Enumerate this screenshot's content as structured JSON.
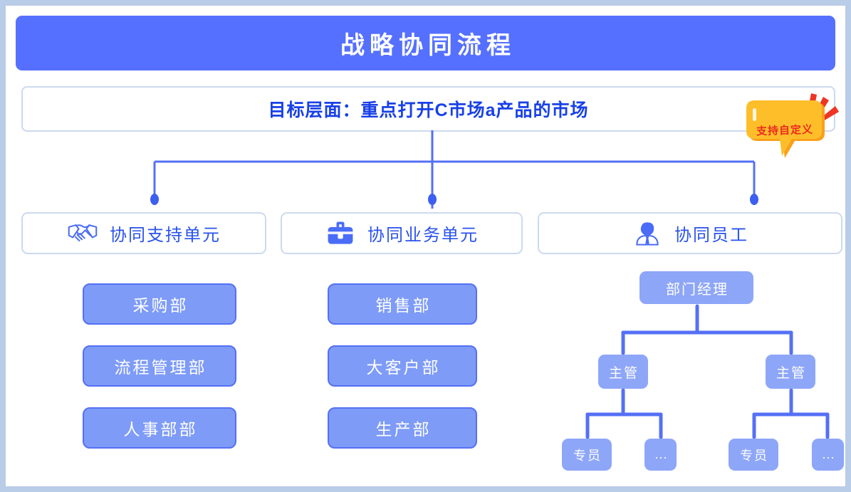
{
  "theme": {
    "header_bg": "#5570ff",
    "header_text": "#ffffff",
    "page_border": "#b9cce8",
    "card_border": "#ccd9ee",
    "accent_blue": "#2a52ec",
    "goal_text": "#1840e8",
    "pill_fill": "#7e9bf7",
    "pill_border": "#5570f5",
    "org_node_fill": "#8da6f8",
    "connector": "#5570f5",
    "badge_fill": "#fdbe2a",
    "badge_text": "#ec2b1e",
    "badge_burst": "#ee3524"
  },
  "header": {
    "title": "战略协同流程"
  },
  "goal": {
    "text": "目标层面：重点打开C市场a产品的市场"
  },
  "badge": {
    "label": "支持自定义",
    "icon": "speech-bubble-burst-icon"
  },
  "categories": [
    {
      "id": "support-unit",
      "label": "协同支持单元",
      "icon": "handshake-icon"
    },
    {
      "id": "business-unit",
      "label": "协同业务单元",
      "icon": "briefcase-icon"
    },
    {
      "id": "employee",
      "label": "协同员工",
      "icon": "employee-icon"
    }
  ],
  "columns": {
    "support": [
      "采购部",
      "流程管理部",
      "人事部部"
    ],
    "business": [
      "销售部",
      "大客户部",
      "生产部"
    ]
  },
  "org_tree": {
    "manager": "部门经理",
    "supervisor_left": "主管",
    "supervisor_right": "主管",
    "staff_left": "专员",
    "dots_left": "...",
    "staff_right": "专员",
    "dots_right": "..."
  }
}
